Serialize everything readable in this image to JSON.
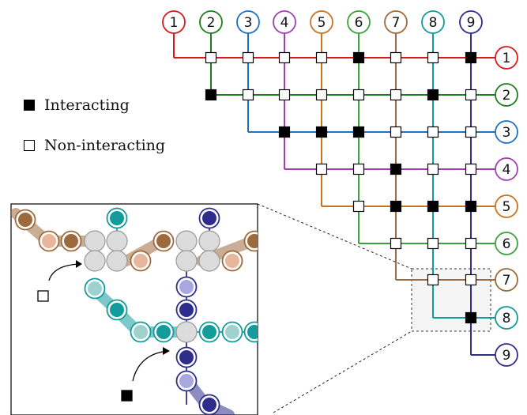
{
  "legend": {
    "interacting_label": "Interacting",
    "non_interacting_label": "Non-interacting"
  },
  "columns": [
    {
      "label": "1",
      "color": "#d7191c"
    },
    {
      "label": "2",
      "color": "#1e7d1e"
    },
    {
      "label": "3",
      "color": "#1f6fc4"
    },
    {
      "label": "4",
      "color": "#a040b0"
    },
    {
      "label": "5",
      "color": "#c8741c"
    },
    {
      "label": "6",
      "color": "#3aa43a"
    },
    {
      "label": "7",
      "color": "#9c6a3c"
    },
    {
      "label": "8",
      "color": "#139a9a"
    },
    {
      "label": "9",
      "color": "#2e2d8c"
    }
  ],
  "rows": [
    {
      "label": "1",
      "color": "#d7191c"
    },
    {
      "label": "2",
      "color": "#1e7d1e"
    },
    {
      "label": "3",
      "color": "#1f6fc4"
    },
    {
      "label": "4",
      "color": "#a040b0"
    },
    {
      "label": "5",
      "color": "#c8741c"
    },
    {
      "label": "6",
      "color": "#3aa43a"
    },
    {
      "label": "7",
      "color": "#9c6a3c"
    },
    {
      "label": "8",
      "color": "#139a9a"
    },
    {
      "label": "9",
      "color": "#2e2d8c"
    }
  ],
  "interactions": {
    "description_key": "row,col pairs",
    "interacting": [
      [
        1,
        6
      ],
      [
        1,
        9
      ],
      [
        2,
        2
      ],
      [
        2,
        8
      ],
      [
        3,
        4
      ],
      [
        3,
        5
      ],
      [
        3,
        6
      ],
      [
        4,
        7
      ],
      [
        5,
        7
      ],
      [
        5,
        8
      ],
      [
        5,
        9
      ],
      [
        8,
        9
      ]
    ],
    "non_interacting": [
      [
        1,
        2
      ],
      [
        1,
        3
      ],
      [
        1,
        4
      ],
      [
        1,
        5
      ],
      [
        1,
        7
      ],
      [
        1,
        8
      ],
      [
        2,
        3
      ],
      [
        2,
        4
      ],
      [
        2,
        5
      ],
      [
        2,
        6
      ],
      [
        2,
        7
      ],
      [
        2,
        9
      ],
      [
        3,
        7
      ],
      [
        3,
        8
      ],
      [
        3,
        9
      ],
      [
        4,
        5
      ],
      [
        4,
        6
      ],
      [
        4,
        8
      ],
      [
        4,
        9
      ],
      [
        5,
        6
      ],
      [
        6,
        7
      ],
      [
        6,
        8
      ],
      [
        6,
        9
      ],
      [
        7,
        8
      ],
      [
        7,
        9
      ]
    ]
  },
  "inset": {
    "brown_light": "#e8b69a",
    "brown_dark": "#9c6a3c",
    "teal_light": "#9fd1cf",
    "teal_dark": "#139a9a",
    "navy_light": "#a9a7e0",
    "navy_dark": "#2e2d8c",
    "node_gray": "#dcdcdc"
  }
}
